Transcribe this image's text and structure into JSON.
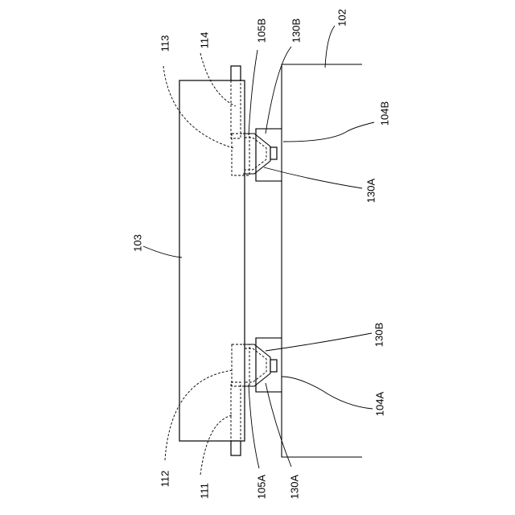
{
  "labels": {
    "l102": "102",
    "l103": "103",
    "l104A": "104A",
    "l104B": "104B",
    "l105A": "105A",
    "l105B": "105B",
    "l111": "111",
    "l112": "112",
    "l113": "113",
    "l114": "114",
    "l130A_top": "130A",
    "l130A_bottom": "130A",
    "l130B_top": "130B",
    "l130B_bottom": "130B"
  }
}
